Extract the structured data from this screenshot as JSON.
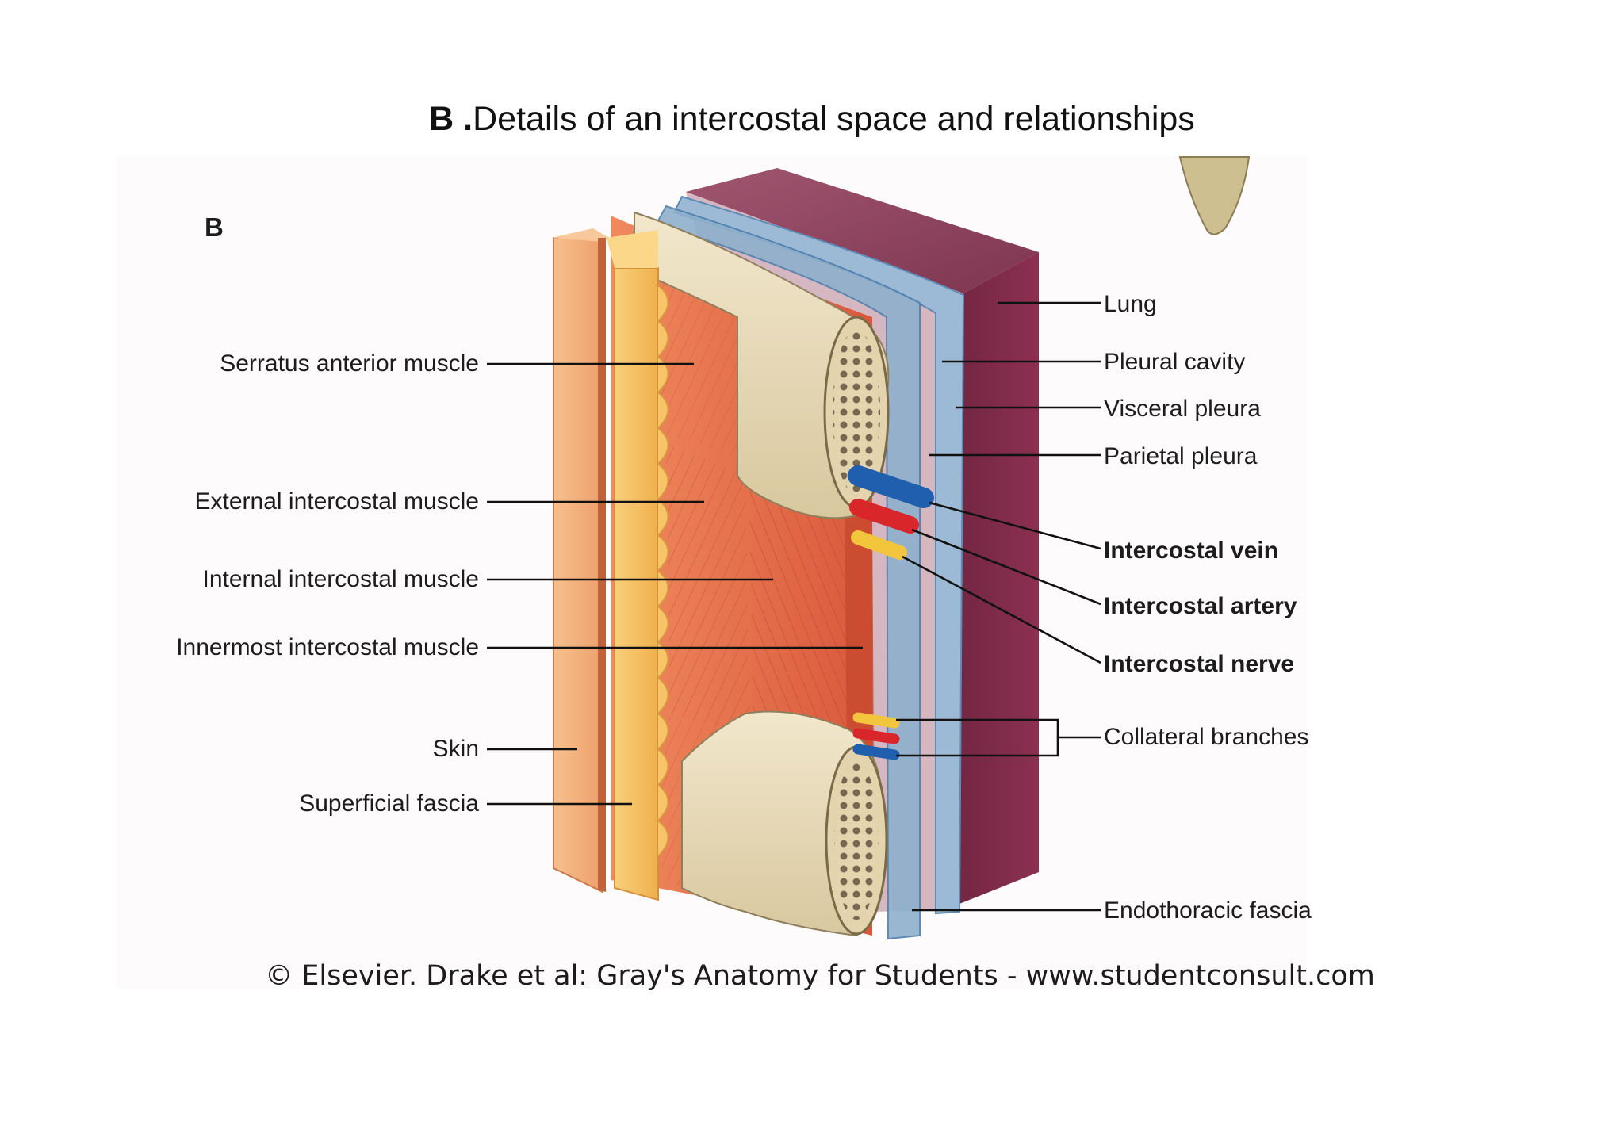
{
  "title": {
    "prefix": "B .",
    "text": "Details of an intercostal space and relationships"
  },
  "panel_letter": "B",
  "labels_left": {
    "serratus": "Serratus anterior muscle",
    "external": "External intercostal muscle",
    "internal": "Internal intercostal muscle",
    "innermost": "Innermost intercostal muscle",
    "skin": "Skin",
    "superficial_fascia": "Superficial fascia"
  },
  "labels_right": {
    "lung": "Lung",
    "pleural_cavity": "Pleural cavity",
    "visceral_pleura": "Visceral pleura",
    "parietal_pleura": "Parietal pleura",
    "intercostal_vein": "Intercostal vein",
    "intercostal_artery": "Intercostal artery",
    "intercostal_nerve": "Intercostal nerve",
    "collateral_branches": "Collateral branches",
    "endothoracic_fascia": "Endothoracic fascia"
  },
  "credit": "© Elsevier. Drake et al: Gray's Anatomy for Students - www.studentconsult.com",
  "colors": {
    "lung": "#7a2a45",
    "pleura": "#8fb0cc",
    "skin": "#f2b27e",
    "fat": "#f5c265",
    "muscle": "#e0704f",
    "rib": "#e9dcbc",
    "vein": "#1f5fae",
    "artery": "#d8262b",
    "nerve": "#f2c53d"
  }
}
